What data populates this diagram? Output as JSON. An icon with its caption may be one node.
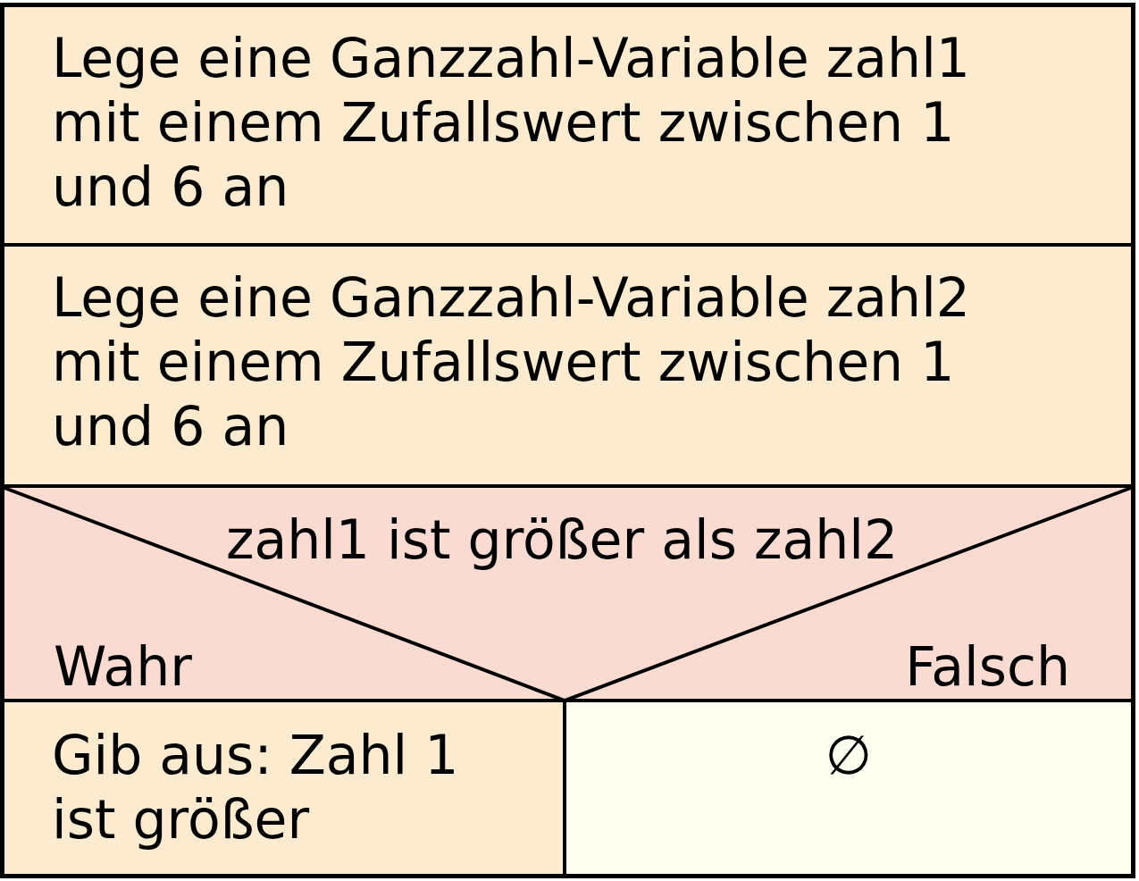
{
  "diagram": {
    "nodes": [
      {
        "text": [
          "Lege eine Ganzzahl-Variable zahl1 mit einem Zufallswert zwischen 1 und 6 an"
        ]
      },
      {
        "text": [
          "Lege eine Ganzzahl-Variable zahl2 mit einem Zufallswert zwischen 1 und 6 an"
        ]
      },
      {
        "text": [
          "zahl1 ist größer als zahl2",
          "Wahr",
          "Falsch"
        ]
      },
      {
        "text": [
          "Gib aus: Zahl 1 ist größer"
        ]
      },
      {
        "text": [
          "∅"
        ]
      }
    ]
  }
}
